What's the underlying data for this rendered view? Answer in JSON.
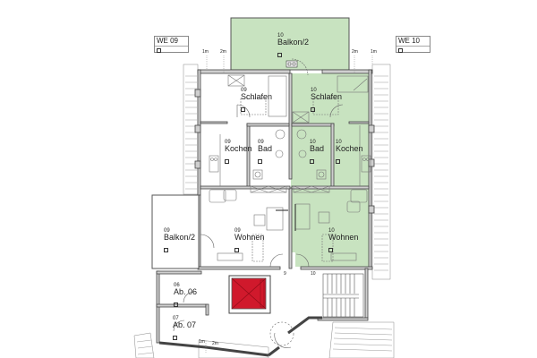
{
  "colors": {
    "unit10_fill": "#c8e3c0",
    "elevator_fill": "#d0192c",
    "wall": "#555555",
    "wall_fill": "#cfcfcf",
    "line": "#666666",
    "background": "#ffffff"
  },
  "unit_tags": [
    {
      "id": "we09",
      "label": "WE 09"
    },
    {
      "id": "we10",
      "label": "WE 10"
    }
  ],
  "rooms": {
    "balkon10": {
      "number": "10",
      "name": "Balkon/2"
    },
    "schlafen09": {
      "number": "09",
      "name": "Schlafen"
    },
    "schlafen10": {
      "number": "10",
      "name": "Schlafen"
    },
    "kochen09": {
      "number": "09",
      "name": "Kochen"
    },
    "bad09": {
      "number": "09",
      "name": "Bad"
    },
    "bad10": {
      "number": "10",
      "name": "Bad"
    },
    "kochen10": {
      "number": "10",
      "name": "Kochen"
    },
    "balkon09": {
      "number": "09",
      "name": "Balkon/2"
    },
    "wohnen09": {
      "number": "09",
      "name": "Wohnen"
    },
    "wohnen10": {
      "number": "10",
      "name": "Wohnen"
    },
    "ab06": {
      "number": "06",
      "name": "Ab. 06"
    },
    "ab07": {
      "number": "07",
      "name": "Ab. 07"
    }
  },
  "dimension_marks": {
    "top_left_1m": "1m",
    "top_left_2m": "2m",
    "top_right_2m": "2m",
    "top_right_1m": "1m",
    "bottom_1m": "1m",
    "bottom_2m": "2m"
  },
  "door_numbers": {
    "entry09": "9",
    "entry10": "10"
  }
}
